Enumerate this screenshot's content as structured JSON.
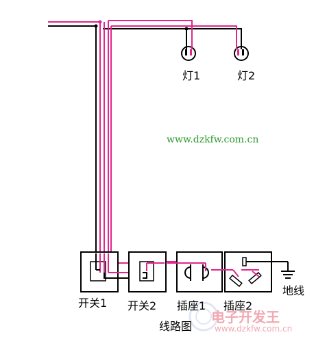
{
  "labels": {
    "lamp1": "灯1",
    "lamp2": "灯2",
    "switch1": "开关1",
    "switch2": "开关2",
    "socket1": "插座1",
    "socket2": "插座2",
    "ground": "地线",
    "caption": "线路图"
  },
  "website": "www.dzkfw.com.cn",
  "watermark": {
    "title": "电子开发王",
    "url": "www.dzkfw.com.cn"
  },
  "colors": {
    "neutral_wire": "#000000",
    "live_wire": "#e0268c",
    "website_text": "#2e9a2e",
    "watermark": "#f1a9b3"
  }
}
